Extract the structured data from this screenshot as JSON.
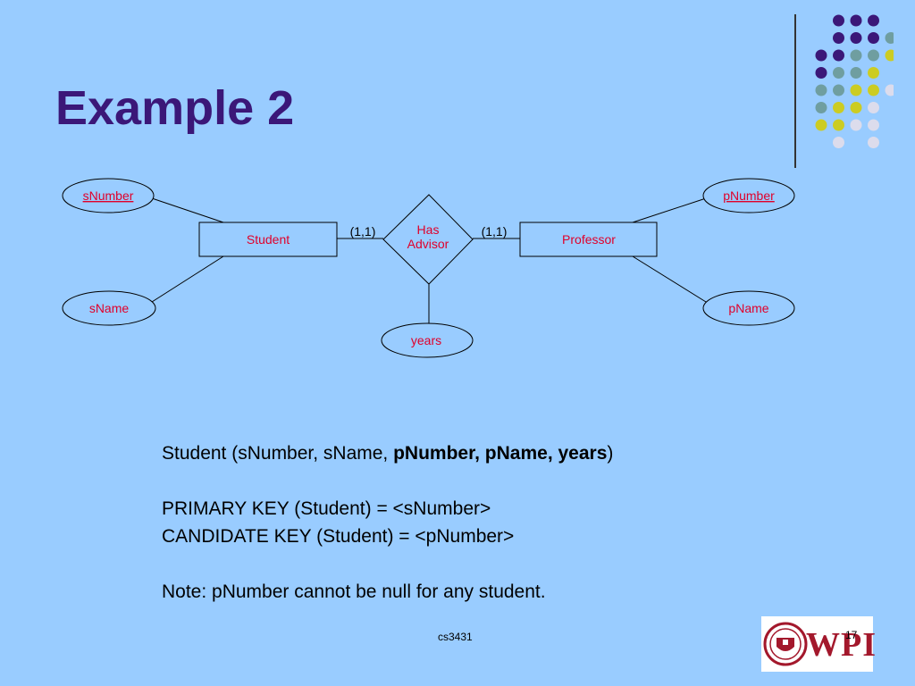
{
  "slide": {
    "title": "Example 2",
    "footer": "cs3431",
    "page_number": "17"
  },
  "diagram": {
    "entities": {
      "student": "Student",
      "professor": "Professor"
    },
    "relationship": {
      "line1": "Has",
      "line2": "Advisor"
    },
    "cardinalities": {
      "left": "(1,1)",
      "right": "(1,1)"
    },
    "attributes": {
      "snumber": "sNumber",
      "sname": "sName",
      "pnumber": "pNumber",
      "pname": "pName",
      "years": "years"
    }
  },
  "text": {
    "line1_plain": "Student (sNumber, sName, ",
    "line1_bold": "pNumber, pName, years",
    "line1_end": ")",
    "primary_key": "PRIMARY KEY (Student) = <sNumber>",
    "candidate_key": "CANDIDATE KEY (Student) = <pNumber>",
    "note": "Note: pNumber cannot be null for any student."
  },
  "logo": {
    "text": "WPI"
  },
  "colors": {
    "background": "#99ccff",
    "title": "#3b1778",
    "diagram_text": "#e0002a",
    "dot_purple": "#3b1778",
    "dot_teal": "#6f9ea0",
    "dot_yellow": "#cccc22",
    "dot_lavender": "#dcdcec",
    "logo_red": "#a3182c"
  }
}
